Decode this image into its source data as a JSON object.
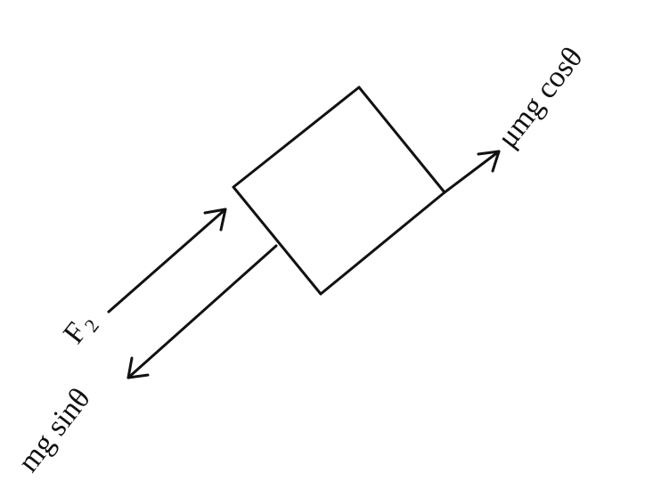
{
  "diagram": {
    "labels": {
      "friction": "μmg cosθ",
      "applied_force_main": "F",
      "applied_force_sub": "2",
      "gravity_component": "mg sinθ"
    },
    "colors": {
      "ink": "#111111",
      "background": "#ffffff"
    }
  }
}
